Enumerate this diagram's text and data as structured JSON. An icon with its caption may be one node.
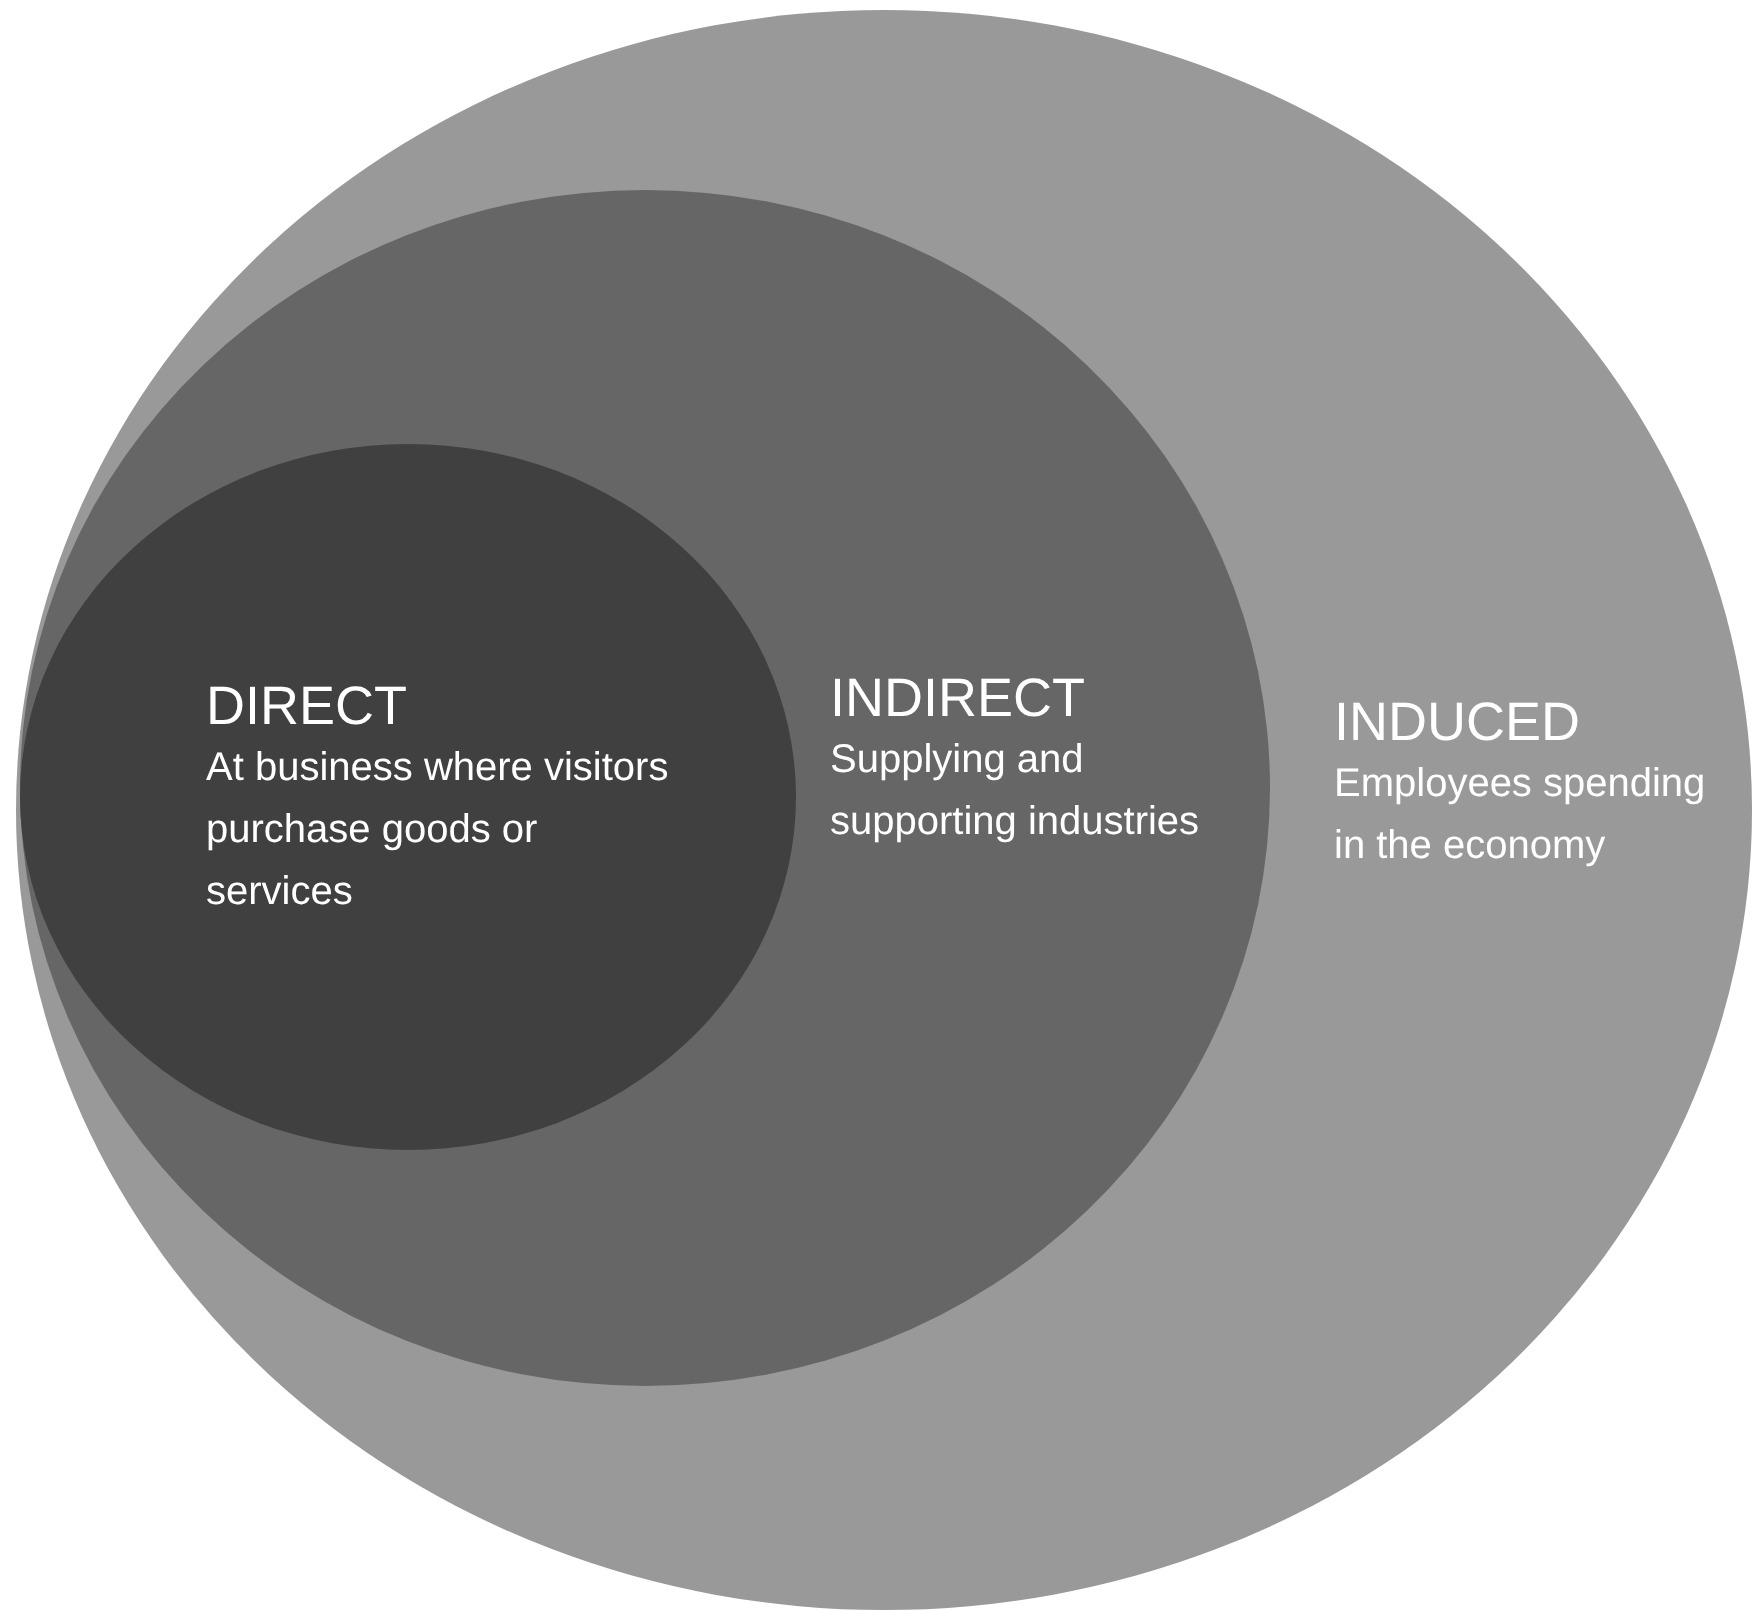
{
  "diagram": {
    "nodes": [
      {
        "text": [
          "INDUCED",
          "Employees spending in the economy"
        ]
      },
      {
        "text": [
          "INDIRECT",
          "Supplying and supporting industries"
        ],
        "in": 0
      },
      {
        "text": [
          "DIRECT",
          "At business where visitors purchase goods or services"
        ],
        "in": 1
      }
    ]
  }
}
